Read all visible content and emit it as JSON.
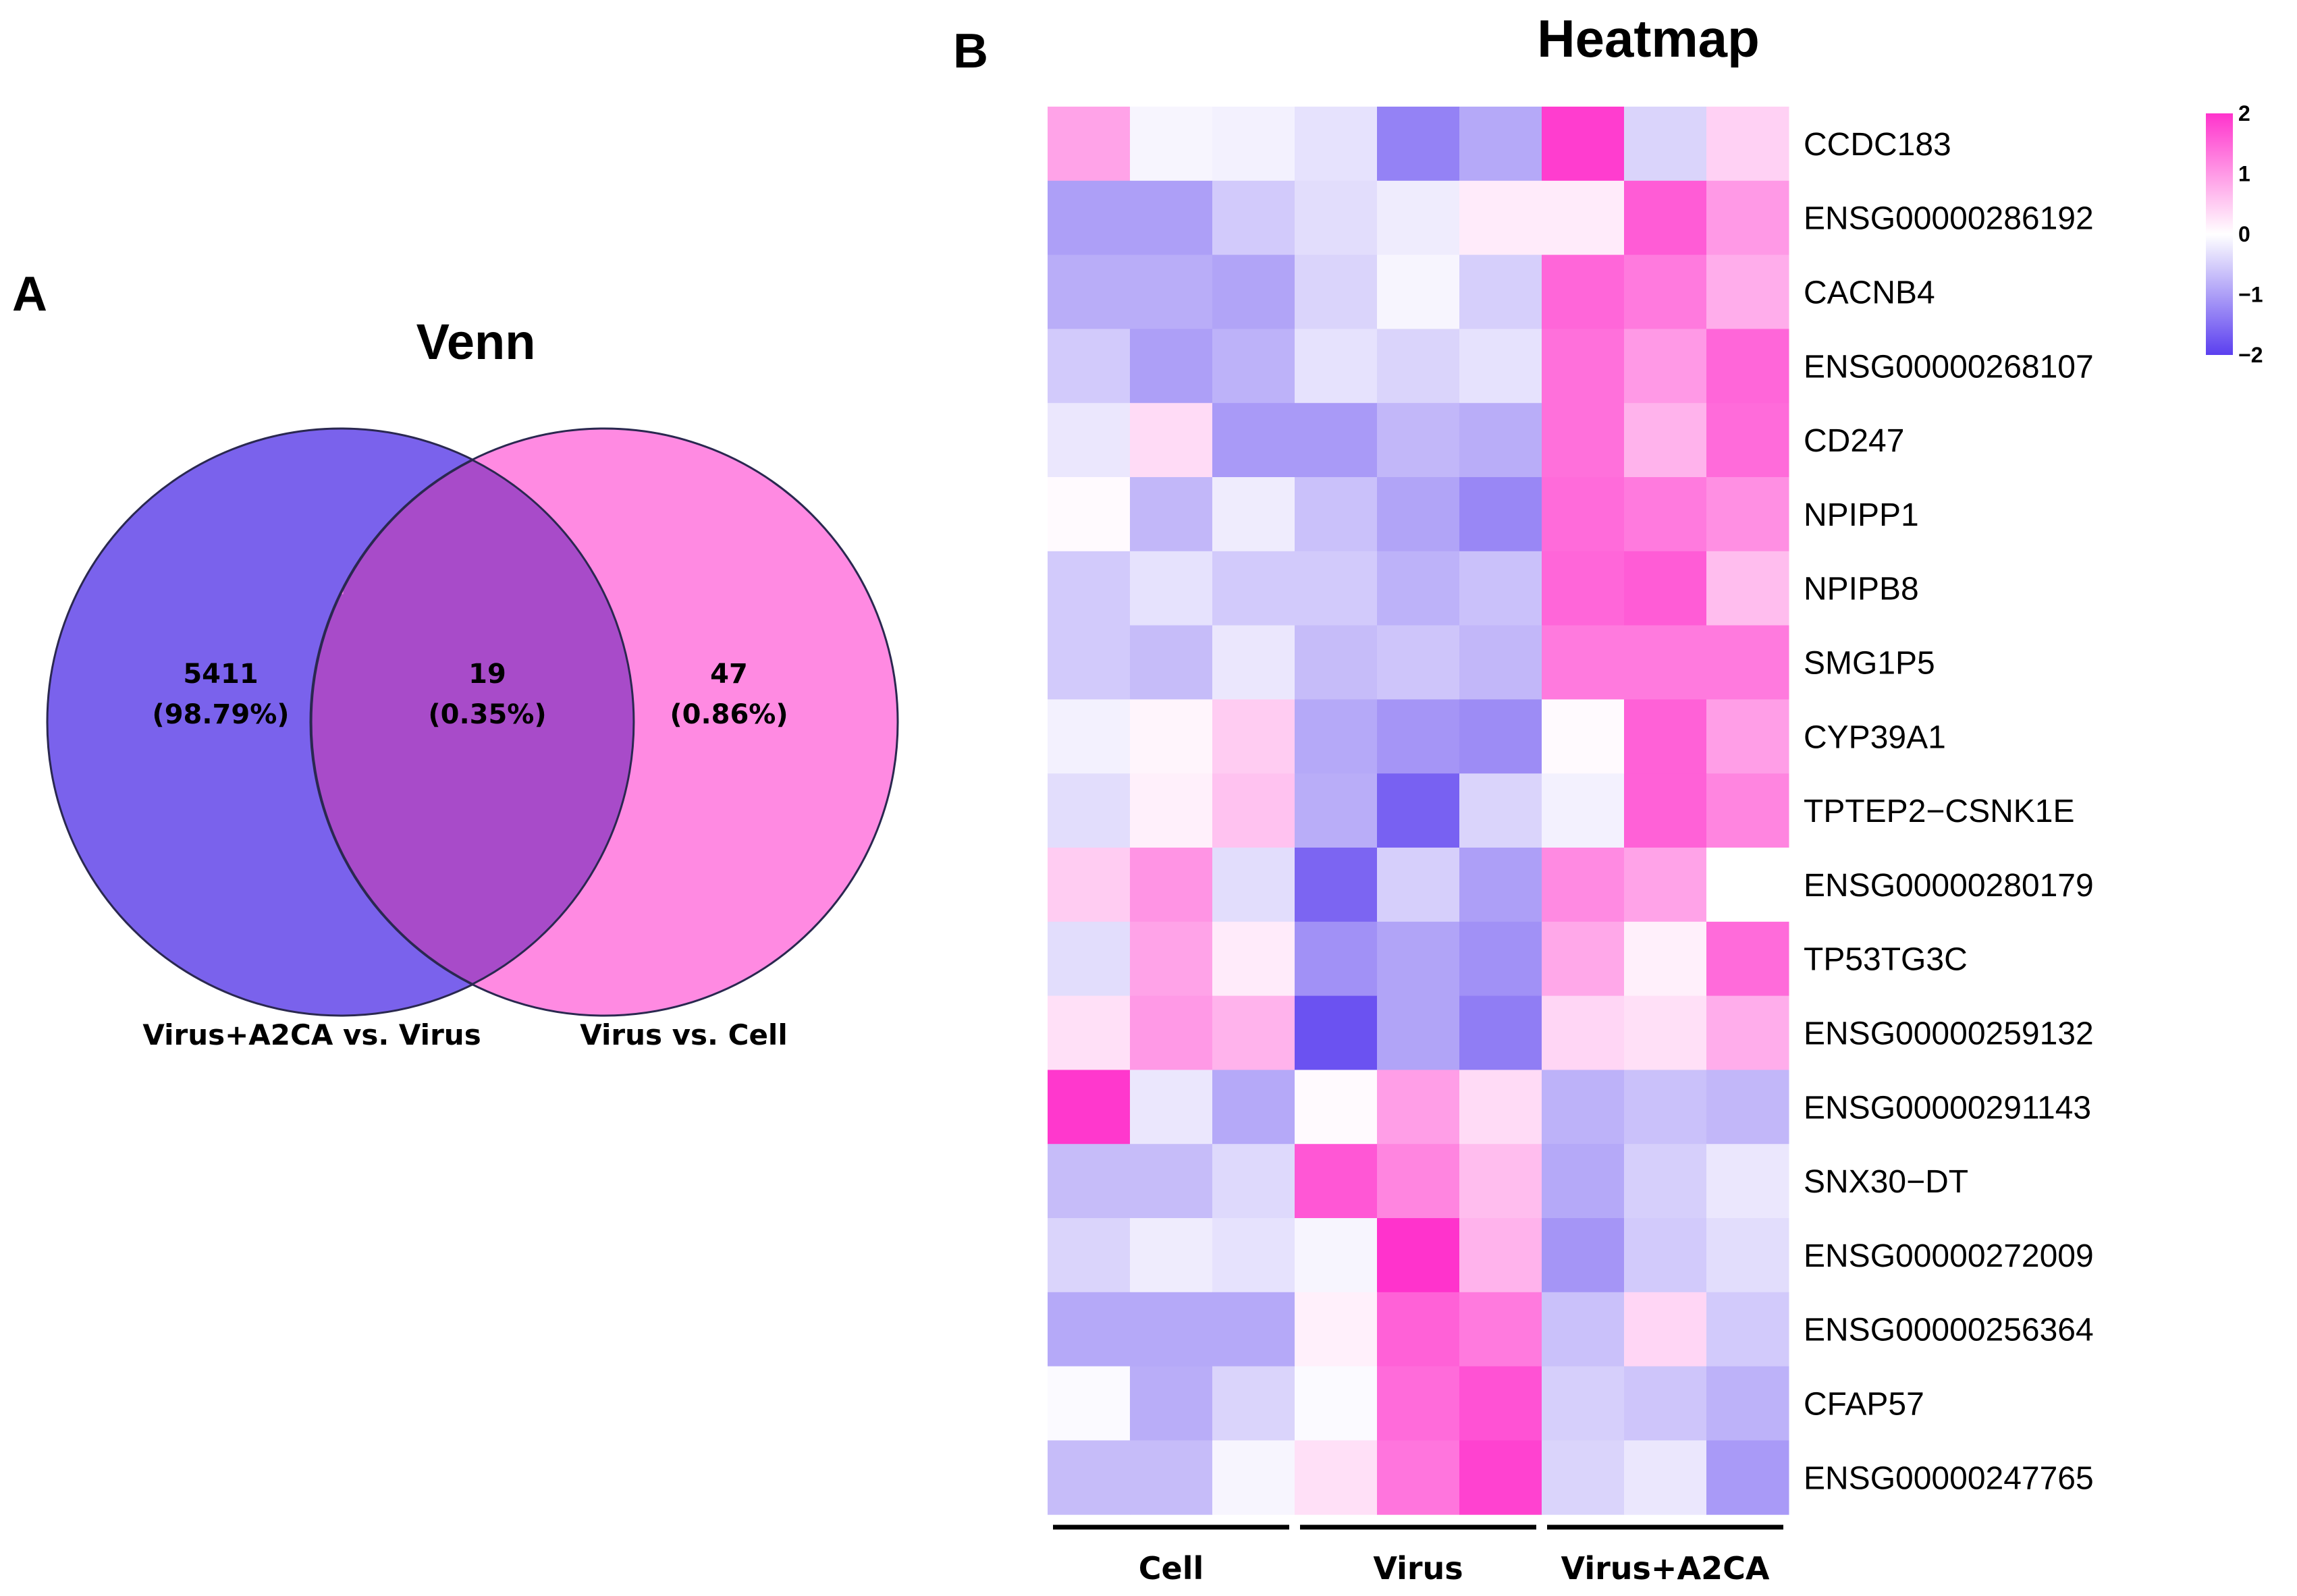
{
  "panel_a": {
    "letter": "A",
    "title": "Venn",
    "sets": [
      {
        "name": "Virus+A2CA vs. Virus",
        "color": "#7A62EC"
      },
      {
        "name": "Virus vs. Cell",
        "color": "#FF8AE2"
      }
    ],
    "overlap_color": "#A84BC9",
    "regions": [
      {
        "count": "5411",
        "percent": "(98.79%)"
      },
      {
        "count": "19",
        "percent": "(0.35%)"
      },
      {
        "count": "47",
        "percent": "(0.86%)"
      }
    ]
  },
  "panel_b": {
    "letter": "B",
    "title": "Heatmap"
  },
  "colors": {
    "low": "#5B3FEF",
    "mid": "#FFFFFF",
    "high": "#FF33CC"
  },
  "chart_data": [
    {
      "type": "venn",
      "title": "Venn",
      "sets": [
        "Virus+A2CA vs. Virus",
        "Virus vs. Cell"
      ],
      "values": {
        "Virus+A2CA vs. Virus only": 5411,
        "both": 19,
        "Virus vs. Cell only": 47
      },
      "percent": {
        "Virus+A2CA vs. Virus only": 98.79,
        "both": 0.35,
        "Virus vs. Cell only": 0.86
      }
    },
    {
      "type": "heatmap",
      "title": "Heatmap",
      "groups": [
        {
          "name": "Cell",
          "columns": 3
        },
        {
          "name": "Virus",
          "columns": 3
        },
        {
          "name": "Virus+A2CA",
          "columns": 3
        }
      ],
      "rows": [
        "CCDC183",
        "ENSG00000286192",
        "CACNB4",
        "ENSG00000268107",
        "CD247",
        "NPIPP1",
        "NPIPB8",
        "SMG1P5",
        "CYP39A1",
        "TPTEP2−CSNK1E",
        "ENSG00000280179",
        "TP53TG3C",
        "ENSG00000259132",
        "ENSG00000291143",
        "SNX30−DT",
        "ENSG00000272009",
        "ENSG00000256364",
        "CFAP57",
        "ENSG00000247765"
      ],
      "values": [
        [
          0.9,
          -0.1,
          -0.15,
          -0.3,
          -1.3,
          -0.9,
          1.9,
          -0.45,
          0.45
        ],
        [
          -1.0,
          -1.0,
          -0.55,
          -0.35,
          -0.2,
          0.2,
          0.2,
          1.6,
          1.0
        ],
        [
          -0.85,
          -0.85,
          -0.95,
          -0.45,
          -0.1,
          -0.5,
          1.5,
          1.3,
          0.8
        ],
        [
          -0.55,
          -1.0,
          -0.8,
          -0.3,
          -0.45,
          -0.3,
          1.4,
          1.0,
          1.5
        ],
        [
          -0.25,
          0.35,
          -1.05,
          -1.05,
          -0.75,
          -0.85,
          1.4,
          0.75,
          1.45
        ],
        [
          0.05,
          -0.75,
          -0.2,
          -0.65,
          -0.95,
          -1.25,
          1.45,
          1.3,
          1.1
        ],
        [
          -0.55,
          -0.3,
          -0.55,
          -0.55,
          -0.8,
          -0.65,
          1.5,
          1.6,
          0.65
        ],
        [
          -0.55,
          -0.7,
          -0.25,
          -0.7,
          -0.6,
          -0.75,
          1.3,
          1.3,
          1.3
        ],
        [
          -0.15,
          0.1,
          0.5,
          -0.9,
          -1.1,
          -1.2,
          0.05,
          1.55,
          0.95
        ],
        [
          -0.35,
          0.15,
          0.6,
          -0.85,
          -1.65,
          -0.45,
          -0.15,
          1.55,
          1.2
        ],
        [
          0.5,
          1.05,
          -0.35,
          -1.6,
          -0.5,
          -1.0,
          1.15,
          0.9,
          0.0
        ],
        [
          -0.35,
          0.9,
          0.2,
          -1.15,
          -0.95,
          -1.15,
          0.85,
          0.15,
          1.45
        ],
        [
          0.3,
          1.0,
          0.75,
          -1.8,
          -0.95,
          -1.35,
          0.4,
          0.3,
          0.8
        ],
        [
          1.95,
          -0.25,
          -0.9,
          0.05,
          0.95,
          0.35,
          -0.8,
          -0.65,
          -0.75
        ],
        [
          -0.7,
          -0.7,
          -0.4,
          1.65,
          1.2,
          0.65,
          -0.9,
          -0.5,
          -0.25
        ],
        [
          -0.45,
          -0.2,
          -0.3,
          -0.1,
          2.0,
          0.75,
          -1.1,
          -0.55,
          -0.35
        ],
        [
          -0.9,
          -0.9,
          -0.9,
          0.15,
          1.55,
          1.3,
          -0.65,
          0.4,
          -0.55
        ],
        [
          -0.05,
          -0.85,
          -0.45,
          -0.05,
          1.45,
          1.7,
          -0.5,
          -0.6,
          -0.8
        ],
        [
          -0.7,
          -0.7,
          -0.1,
          0.3,
          1.35,
          1.85,
          -0.45,
          -0.25,
          -1.05
        ]
      ],
      "legend": {
        "ticks": [
          2,
          1,
          0,
          -1,
          -2
        ],
        "tick_labels": [
          "2",
          "1",
          "0",
          "−1",
          "−2"
        ],
        "range": [
          -2,
          2
        ],
        "placement": "top-right"
      }
    }
  ]
}
